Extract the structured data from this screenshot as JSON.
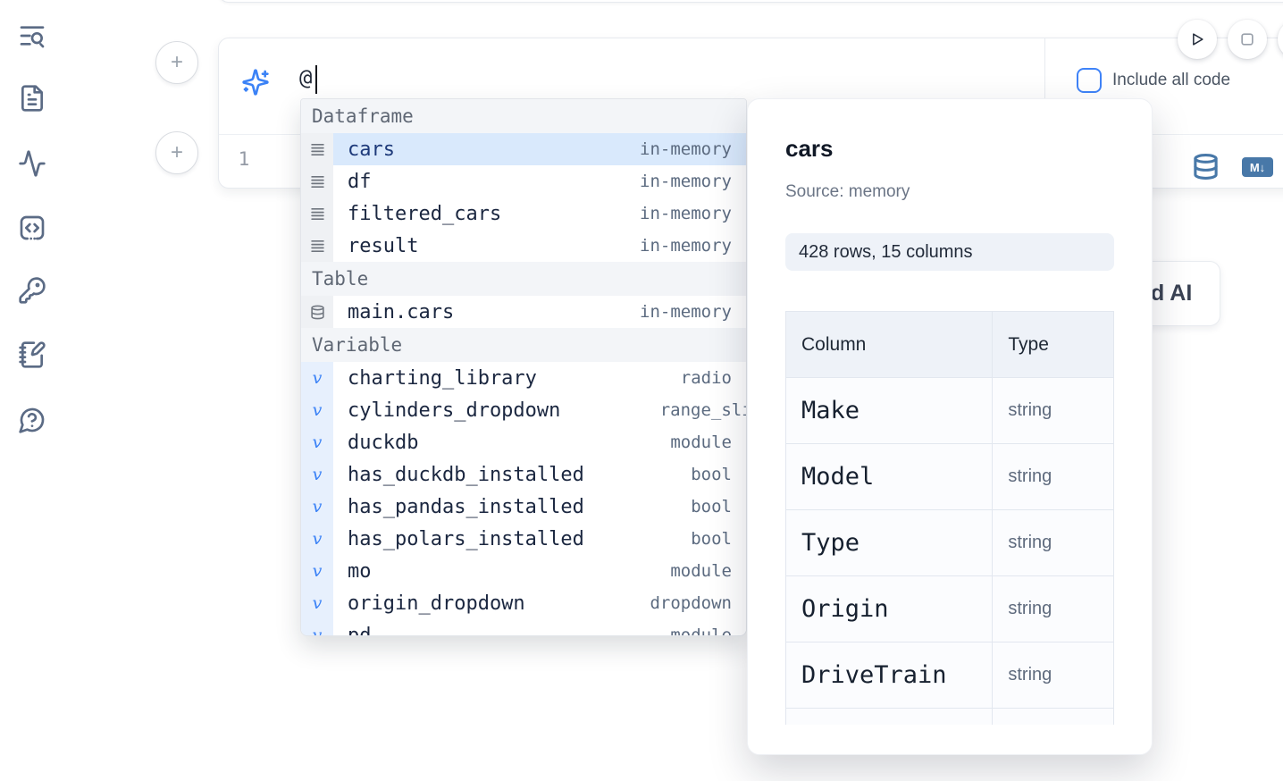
{
  "colors": {
    "accent_blue": "#3b82f6",
    "steel_blue_icon": "#4878a8",
    "selected_row_bg": "#d9e9fc"
  },
  "sidebar": {
    "icons": [
      "table-of-contents-search",
      "document",
      "activity-logs",
      "code-snippets",
      "keys",
      "scratchpad",
      "help-chat"
    ]
  },
  "ai_prompt": {
    "value": "@",
    "include_all_code_label": "Include all code",
    "checkbox_checked": false
  },
  "run_controls": {
    "play": "run-cell",
    "stop": "stop-kernel"
  },
  "code_cell": {
    "line_number": "1"
  },
  "cell_actions": {
    "markdown_badge": "M↓",
    "database_icon": "datasource"
  },
  "ai_generate_card": {
    "visible_label": "d AI"
  },
  "autocomplete": {
    "sections": [
      {
        "label": "Dataframe",
        "items": [
          {
            "name": "cars",
            "detail": "in-memory",
            "selected": true
          },
          {
            "name": "df",
            "detail": "in-memory"
          },
          {
            "name": "filtered_cars",
            "detail": "in-memory"
          },
          {
            "name": "result",
            "detail": "in-memory"
          }
        ]
      },
      {
        "label": "Table",
        "items": [
          {
            "name": "main.cars",
            "detail": "in-memory"
          }
        ]
      },
      {
        "label": "Variable",
        "items": [
          {
            "name": "charting_library",
            "detail": "radio"
          },
          {
            "name": "cylinders_dropdown",
            "detail": "range_slider"
          },
          {
            "name": "duckdb",
            "detail": "module"
          },
          {
            "name": "has_duckdb_installed",
            "detail": "bool"
          },
          {
            "name": "has_pandas_installed",
            "detail": "bool"
          },
          {
            "name": "has_polars_installed",
            "detail": "bool"
          },
          {
            "name": "mo",
            "detail": "module"
          },
          {
            "name": "origin_dropdown",
            "detail": "dropdown"
          },
          {
            "name": "pd",
            "detail": "module"
          }
        ]
      }
    ]
  },
  "preview_panel": {
    "title": "cars",
    "source_label": "Source: memory",
    "shape_badge": "428 rows, 15 columns",
    "table": {
      "headers": [
        "Column",
        "Type"
      ],
      "rows": [
        [
          "Make",
          "string"
        ],
        [
          "Model",
          "string"
        ],
        [
          "Type",
          "string"
        ],
        [
          "Origin",
          "string"
        ],
        [
          "DriveTrain",
          "string"
        ]
      ]
    }
  }
}
